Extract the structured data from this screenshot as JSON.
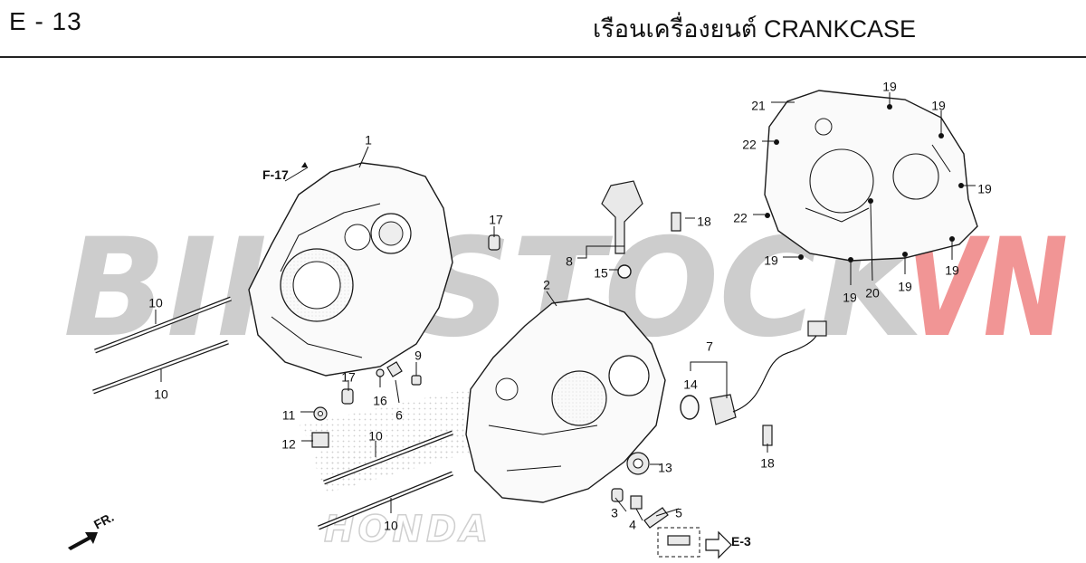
{
  "header": {
    "page_code": "E - 13",
    "title": "เรือนเครื่องยนต์  CRANKCASE"
  },
  "watermark": {
    "left": "BIKESTOCK",
    "right": "VN",
    "left_color": "#c8c8c8",
    "right_color": "#f08a8a"
  },
  "background_logo": {
    "text": "HONDA"
  },
  "references": {
    "front": "FR.",
    "f17": "F-17",
    "e3": "E-3"
  },
  "callouts": [
    {
      "label": "1"
    },
    {
      "label": "2"
    },
    {
      "label": "3"
    },
    {
      "label": "4"
    },
    {
      "label": "5"
    },
    {
      "label": "6"
    },
    {
      "label": "7"
    },
    {
      "label": "8"
    },
    {
      "label": "9"
    },
    {
      "label": "10"
    },
    {
      "label": "10"
    },
    {
      "label": "10"
    },
    {
      "label": "10"
    },
    {
      "label": "11"
    },
    {
      "label": "12"
    },
    {
      "label": "13"
    },
    {
      "label": "14"
    },
    {
      "label": "15"
    },
    {
      "label": "16"
    },
    {
      "label": "17"
    },
    {
      "label": "17"
    },
    {
      "label": "18"
    },
    {
      "label": "18"
    },
    {
      "label": "19"
    },
    {
      "label": "19"
    },
    {
      "label": "19"
    },
    {
      "label": "19"
    },
    {
      "label": "19"
    },
    {
      "label": "19"
    },
    {
      "label": "19"
    },
    {
      "label": "20"
    },
    {
      "label": "21"
    },
    {
      "label": "22"
    },
    {
      "label": "22"
    }
  ]
}
